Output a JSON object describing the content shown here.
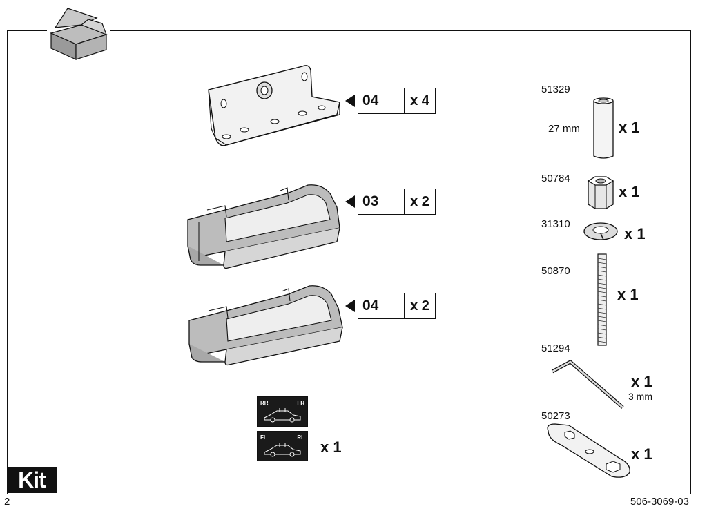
{
  "page": {
    "section_title": "Kit",
    "page_number": "2",
    "document_number": "506-3069-03"
  },
  "labeled_parts": [
    {
      "code": "04",
      "qty": "x 4"
    },
    {
      "code": "03",
      "qty": "x 2"
    },
    {
      "code": "04",
      "qty": "x 2"
    }
  ],
  "stickers": {
    "top": {
      "left": "RR",
      "right": "FR"
    },
    "bottom": {
      "left": "FL",
      "right": "RL"
    },
    "qty": "x 1"
  },
  "hardware": [
    {
      "number": "51329",
      "qty": "x 1",
      "dimension": "27 mm"
    },
    {
      "number": "50784",
      "qty": "x 1"
    },
    {
      "number": "31310",
      "qty": "x 1"
    },
    {
      "number": "50870",
      "qty": "x 1"
    },
    {
      "number": "51294",
      "qty": "x 1",
      "dimension": "3 mm"
    },
    {
      "number": "50273",
      "qty": "x 1"
    }
  ],
  "icons": {
    "header": "open-box-icon"
  }
}
